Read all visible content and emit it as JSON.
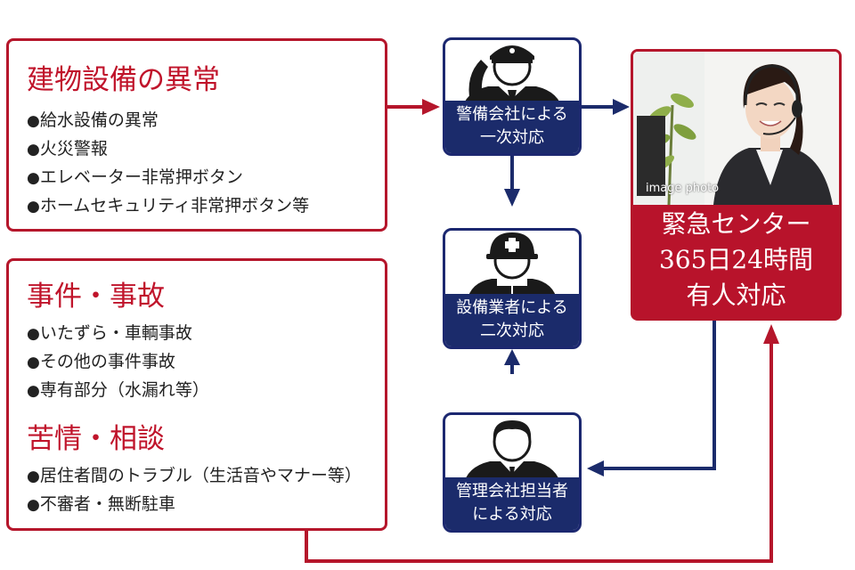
{
  "equipment": {
    "heading": "建物設備の異常",
    "items": [
      "給水設備の異常",
      "火災警報",
      "エレベーター非常押ボタン",
      "ホームセキュリティ非常押ボタン等"
    ]
  },
  "incident": {
    "heading": "事件・事故",
    "items": [
      "いたずら・車輌事故",
      "その他の事件事故",
      "専有部分（水漏れ等）"
    ]
  },
  "complaint": {
    "heading": "苦情・相談",
    "items": [
      "居住者間のトラブル（生活音やマナー等）",
      "不審者・無断駐車"
    ]
  },
  "security": {
    "line1": "警備会社による",
    "line2": "一次対応"
  },
  "equipment_vendor": {
    "line1": "設備業者による",
    "line2": "二次対応"
  },
  "manager": {
    "line1": "管理会社担当者",
    "line2": "による対応"
  },
  "center": {
    "photo_caption": "image photo",
    "line1": "緊急センター",
    "line2": "365日24時間",
    "line3": "有人対応"
  },
  "colors": {
    "red": "#b5162b",
    "navy": "#1b2b6b"
  }
}
